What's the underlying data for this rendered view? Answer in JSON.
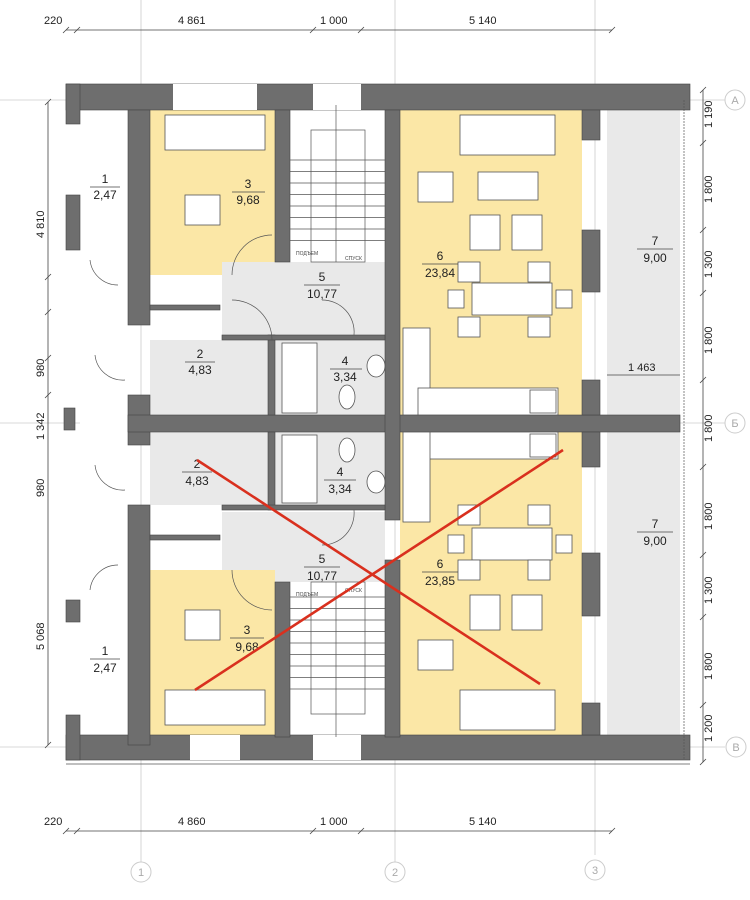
{
  "plan": {
    "dimensions_top": [
      "220",
      "4 861",
      "1 000",
      "5 140"
    ],
    "dimensions_bottom": [
      "220",
      "4 860",
      "1 000",
      "5 140"
    ],
    "dimensions_left": [
      "4 810",
      "980",
      "1 342",
      "980",
      "5 068"
    ],
    "dimensions_right": [
      "1 190",
      "1 800",
      "1 300",
      "1 800",
      "1 800",
      "1 800",
      "1 300",
      "1 800",
      "1 200"
    ],
    "dimension_balcony": "1 463",
    "axes_vertical": [
      "1",
      "2",
      "3"
    ],
    "axes_horizontal": [
      "А",
      "Б",
      "В"
    ],
    "stair_labels": {
      "up": "ПОДЪЕМ",
      "down": "СПУСК"
    },
    "upper_unit": {
      "rooms": [
        {
          "number": "1",
          "area": "2,47"
        },
        {
          "number": "2",
          "area": "4,83"
        },
        {
          "number": "3",
          "area": "9,68"
        },
        {
          "number": "4",
          "area": "3,34"
        },
        {
          "number": "5",
          "area": "10,77"
        },
        {
          "number": "6",
          "area": "23,84"
        },
        {
          "number": "7",
          "area": "9,00"
        }
      ]
    },
    "lower_unit": {
      "crossed_out": true,
      "rooms": [
        {
          "number": "1",
          "area": "2,47"
        },
        {
          "number": "2",
          "area": "4,83"
        },
        {
          "number": "3",
          "area": "9,68"
        },
        {
          "number": "4",
          "area": "3,34"
        },
        {
          "number": "5",
          "area": "10,77"
        },
        {
          "number": "6",
          "area": "23,85"
        },
        {
          "number": "7",
          "area": "9,00"
        }
      ]
    },
    "colors": {
      "living": "#fbe7a6",
      "service": "#e9e9e9",
      "walls": "#6e6e6e",
      "cross_mark": "#d9301e"
    }
  }
}
